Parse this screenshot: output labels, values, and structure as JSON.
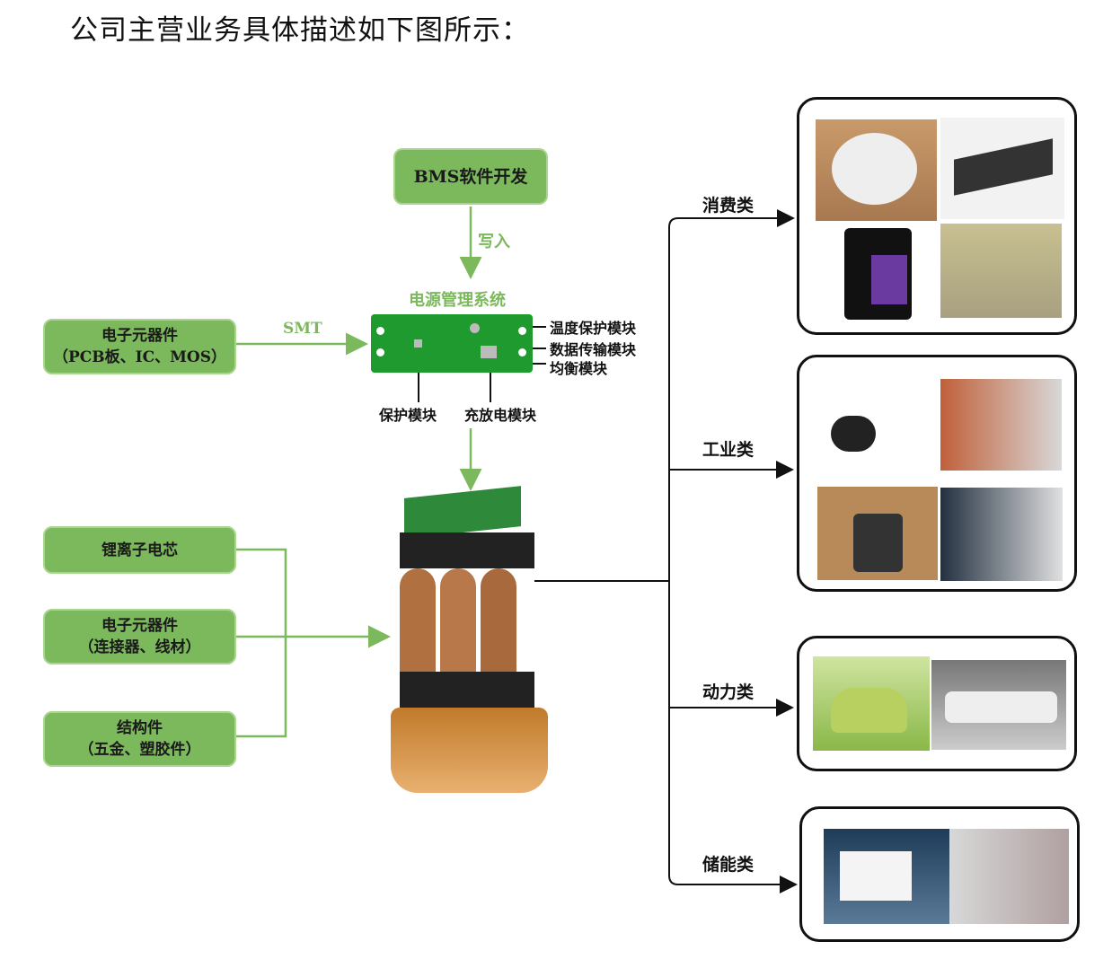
{
  "title": "公司主营业务具体描述如下图所示：",
  "bms": "BMS软件开发",
  "write_label": "写入",
  "pms_label": "电源管理系统",
  "smt_label": "SMT",
  "components_pcb": {
    "line1": "电子元器件",
    "line2": "（PCB板、IC、MOS）"
  },
  "modules": {
    "temp": "温度保护模块",
    "data": "数据传输模块",
    "balance": "均衡模块",
    "protect": "保护模块",
    "charge": "充放电模块"
  },
  "inputs": [
    {
      "line1": "锂离子电芯",
      "line2": ""
    },
    {
      "line1": "电子元器件",
      "line2": "（连接器、线材）"
    },
    {
      "line1": "结构件",
      "line2": "（五金、塑胶件）"
    }
  ],
  "categories": {
    "consumer": "消费类",
    "industrial": "工业类",
    "power": "动力类",
    "storage": "储能类"
  },
  "colors": {
    "green": "#7cb85c",
    "pcb": "#1f9a2e"
  }
}
